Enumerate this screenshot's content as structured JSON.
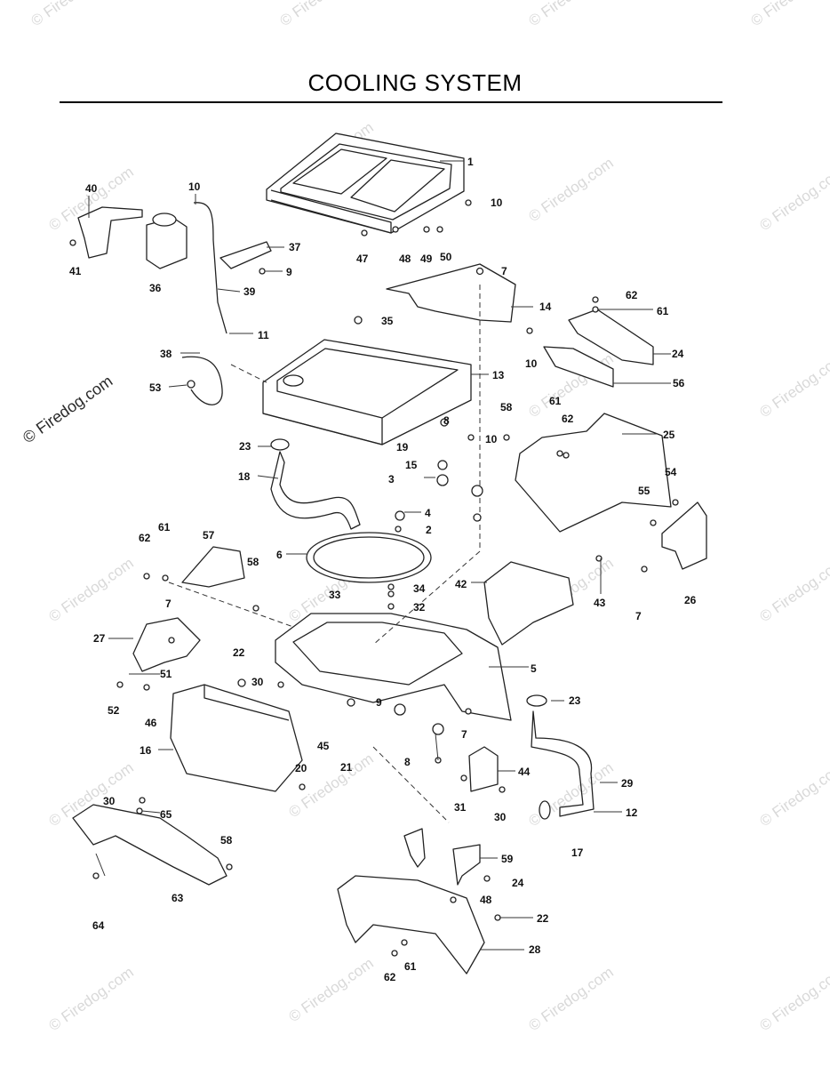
{
  "title": "COOLING SYSTEM",
  "side_watermark": "© Firedog.com",
  "watermark_text": "© Firedog.com",
  "colors": {
    "line": "#222222",
    "watermark": "#d9d9d9"
  },
  "callouts": [
    "1",
    "10",
    "40",
    "10",
    "37",
    "9",
    "41",
    "36",
    "39",
    "47",
    "48",
    "49",
    "50",
    "7",
    "14",
    "62",
    "61",
    "35",
    "11",
    "24",
    "38",
    "13",
    "10",
    "56",
    "53",
    "8",
    "10",
    "58",
    "61",
    "62",
    "25",
    "23",
    "19",
    "15",
    "54",
    "18",
    "3",
    "55",
    "4",
    "2",
    "61",
    "57",
    "62",
    "58",
    "6",
    "42",
    "43",
    "34",
    "33",
    "32",
    "26",
    "7",
    "7",
    "27",
    "5",
    "22",
    "51",
    "30",
    "9",
    "23",
    "52",
    "46",
    "45",
    "7",
    "16",
    "21",
    "8",
    "44",
    "29",
    "20",
    "31",
    "30",
    "12",
    "30",
    "65",
    "17",
    "58",
    "59",
    "24",
    "48",
    "22",
    "63",
    "28",
    "64",
    "61",
    "62"
  ]
}
